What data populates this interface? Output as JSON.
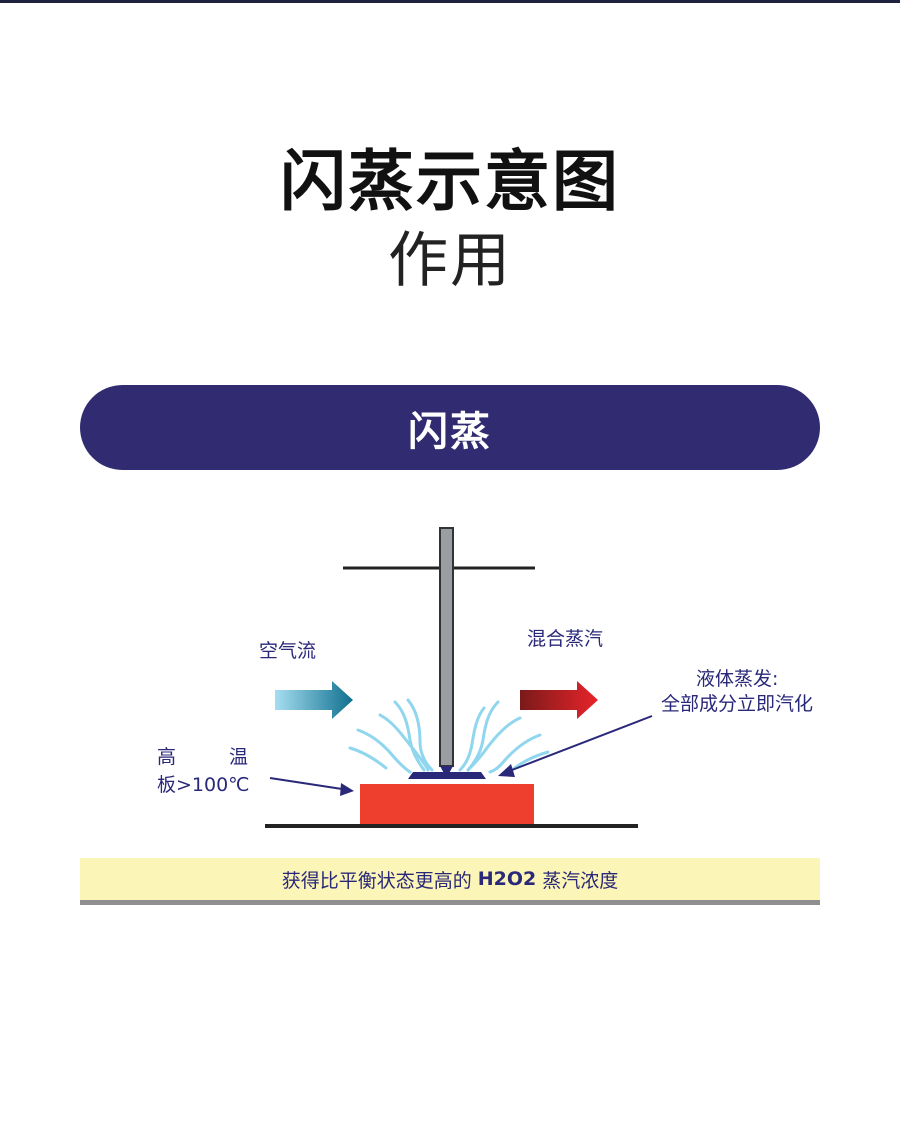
{
  "header": {
    "title": "闪蒸示意图",
    "subtitle": "作用"
  },
  "banner": {
    "label": "闪蒸",
    "color": "#312c72"
  },
  "diagram": {
    "air_flow_label": "空气流",
    "mixed_vapor_label": "混合蒸汽",
    "hot_plate_label_line1_a": "高",
    "hot_plate_label_line1_b": "温",
    "hot_plate_label_line2": "板>100℃",
    "evaporation_label_line1": "液体蒸发:",
    "evaporation_label_line2": "全部成分立即汽化",
    "colors": {
      "label": "#2a2878",
      "hot_plate": "#ee3e2e",
      "vapor": "#8fd6ee",
      "air_arrow_from": "#a6def1",
      "air_arrow_to": "#0f6f8e",
      "vapor_arrow_from": "#7a1a1a",
      "vapor_arrow_to": "#e8242a"
    }
  },
  "note": {
    "prefix": "获得比平衡状态更高的",
    "highlight": "H2O2",
    "suffix": "蒸汽浓度",
    "background": "#fbf5b8"
  }
}
